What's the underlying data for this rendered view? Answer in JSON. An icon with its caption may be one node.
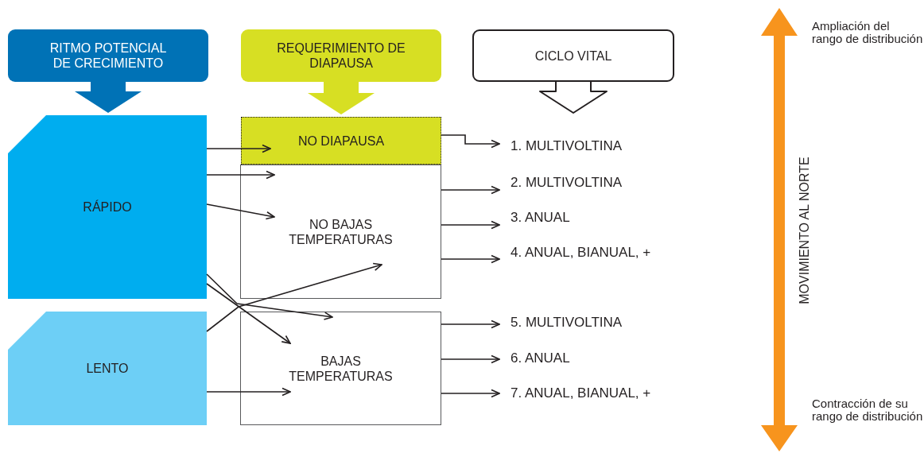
{
  "diagram": {
    "nodes": [
      {
        "text": [
          "RITMO POTENCIAL DE CRECIMIENTO"
        ]
      },
      {
        "text": [
          "REQUERIMIENTO DE DIAPAUSA"
        ]
      },
      {
        "text": [
          "CICLO VITAL"
        ]
      },
      {
        "text": [
          "RÁPIDO"
        ]
      },
      {
        "text": [
          "LENTO"
        ]
      },
      {
        "text": [
          "NO DIAPAUSA"
        ]
      },
      {
        "text": [
          "NO BAJAS TEMPERATURAS"
        ]
      },
      {
        "text": [
          "BAJAS TEMPERATURAS"
        ]
      },
      {
        "text": [
          "1. MULTIVOLTINA"
        ]
      },
      {
        "text": [
          "2. MULTIVOLTINA"
        ]
      },
      {
        "text": [
          "3. ANUAL"
        ]
      },
      {
        "text": [
          "4. ANUAL, BIANUAL, +"
        ]
      },
      {
        "text": [
          "5. MULTIVOLTINA"
        ]
      },
      {
        "text": [
          "6. ANUAL"
        ]
      },
      {
        "text": [
          "7. ANUAL, BIANUAL, +"
        ]
      }
    ],
    "edges": [
      {
        "from": 0,
        "to": 3,
        "arrow": "to",
        "style": "thick"
      },
      {
        "from": 1,
        "to": 5,
        "arrow": "to",
        "style": "thick"
      },
      {
        "from": 2,
        "to": null,
        "arrow": "to",
        "style": "thick"
      },
      {
        "from": 3,
        "to": 5,
        "arrow": "to"
      },
      {
        "from": 3,
        "to": 6,
        "arrow": "to"
      },
      {
        "from": 3,
        "to": 6,
        "arrow": "to"
      },
      {
        "from": 3,
        "to": 7,
        "arrow": "to"
      },
      {
        "from": 3,
        "to": 7,
        "arrow": "to"
      },
      {
        "from": 4,
        "to": 6,
        "arrow": "to"
      },
      {
        "from": 4,
        "to": 7,
        "arrow": "to"
      },
      {
        "from": 5,
        "to": 8,
        "arrow": "to"
      },
      {
        "from": 6,
        "to": 9,
        "arrow": "to"
      },
      {
        "from": 6,
        "to": 10,
        "arrow": "to"
      },
      {
        "from": 6,
        "to": 11,
        "arrow": "to"
      },
      {
        "from": 7,
        "to": 12,
        "arrow": "to"
      },
      {
        "from": 7,
        "to": 13,
        "arrow": "to"
      },
      {
        "from": 7,
        "to": 14,
        "arrow": "to"
      }
    ],
    "labels": [
      "Ampliación del rango de distribución",
      "MOVIMIENTO AL NORTE",
      "Contracción de su rango de distribución"
    ]
  }
}
